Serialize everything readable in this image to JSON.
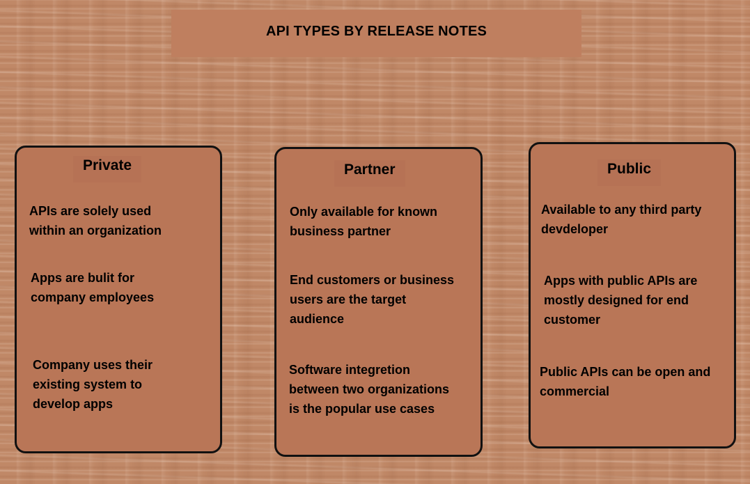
{
  "title": "API TYPES BY RELEASE NOTES",
  "cards": [
    {
      "header": "Private",
      "points": [
        "APIs are solely used\nwithin an organization",
        "Apps are bulit for\ncompany employees",
        "Company uses their\nexisting system to\ndevelop apps"
      ]
    },
    {
      "header": "Partner",
      "points": [
        "Only available for known\nbusiness partner",
        "End customers or business\nusers are the target\naudience",
        "Software integretion\nbetween two organizations\nis the popular use cases"
      ]
    },
    {
      "header": "Public",
      "points": [
        "Available to any third party\ndevdeloper",
        "Apps with public APIs are\nmostly designed for end\ncustomer",
        "Public APIs can be open and\ncommercial"
      ]
    }
  ]
}
